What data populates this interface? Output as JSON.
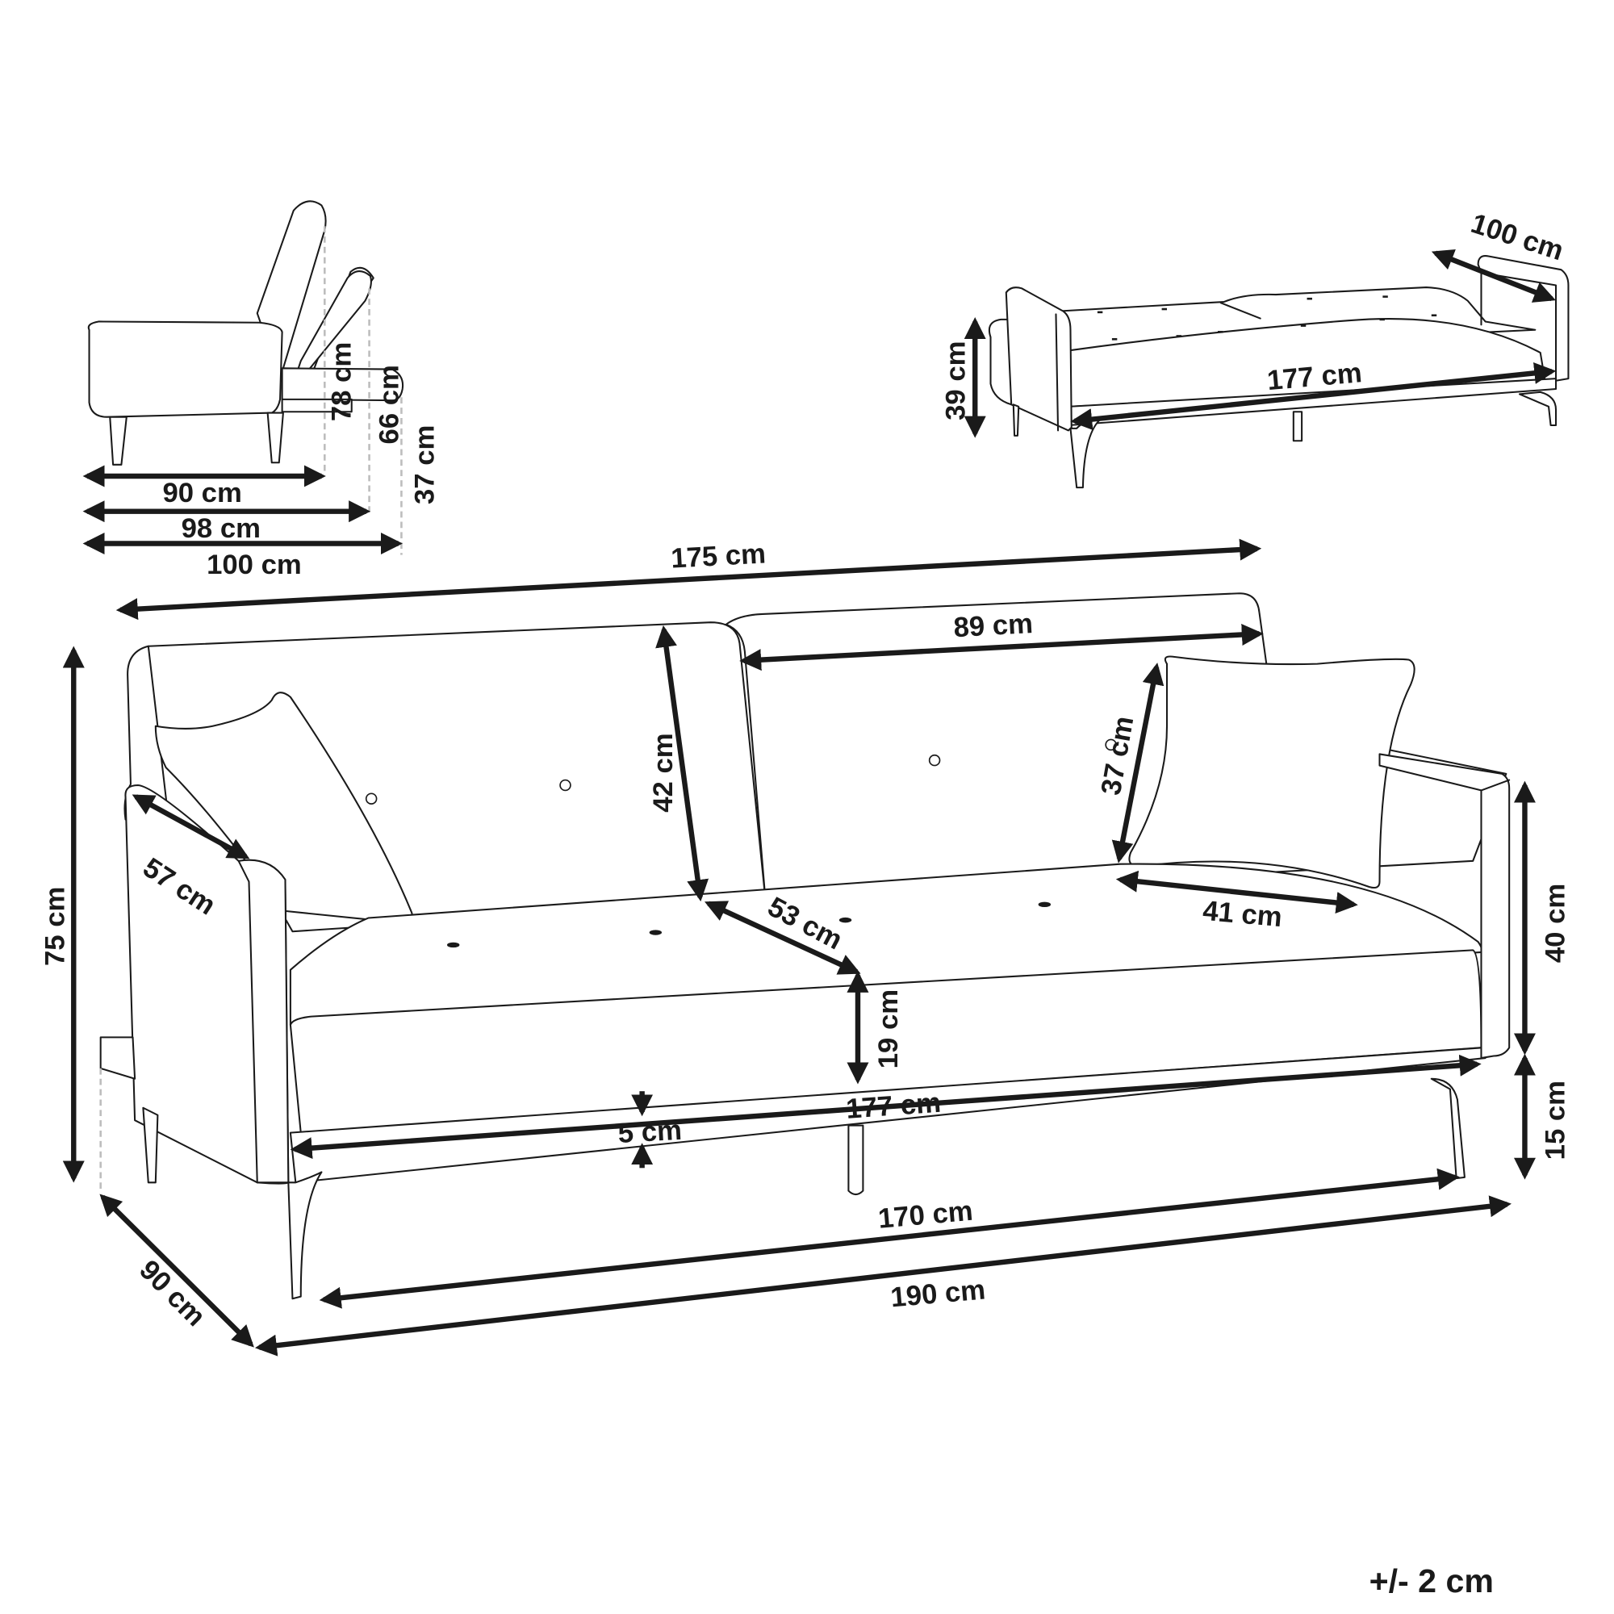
{
  "colors": {
    "line": "#1a1a1a",
    "background": "#ffffff",
    "guide": "#bdbdbd"
  },
  "side_view": {
    "widths": {
      "seated": "90 cm",
      "reclined": "98 cm",
      "flat": "100 cm"
    },
    "heights": {
      "upright": "78 cm",
      "reclined": "66 cm",
      "flat": "37 cm"
    }
  },
  "bed_view": {
    "length": "177 cm",
    "width": "100 cm",
    "height": "39 cm"
  },
  "main_view": {
    "overall_back_width": "175 cm",
    "seat_section_width": "89 cm",
    "backrest_height": "42 cm",
    "pillow_height": "37 cm",
    "pillow_width": "41 cm",
    "armrest_depth": "57 cm",
    "seat_depth": "53 cm",
    "seat_cushion_height": "19 cm",
    "seat_length": "177 cm",
    "frame_thickness": "5 cm",
    "leg_span": "170 cm",
    "overall_width": "190 cm",
    "overall_depth": "90 cm",
    "overall_height": "75 cm",
    "armrest_height": "40 cm",
    "leg_height": "15 cm"
  },
  "tolerance": "+/- 2 cm"
}
